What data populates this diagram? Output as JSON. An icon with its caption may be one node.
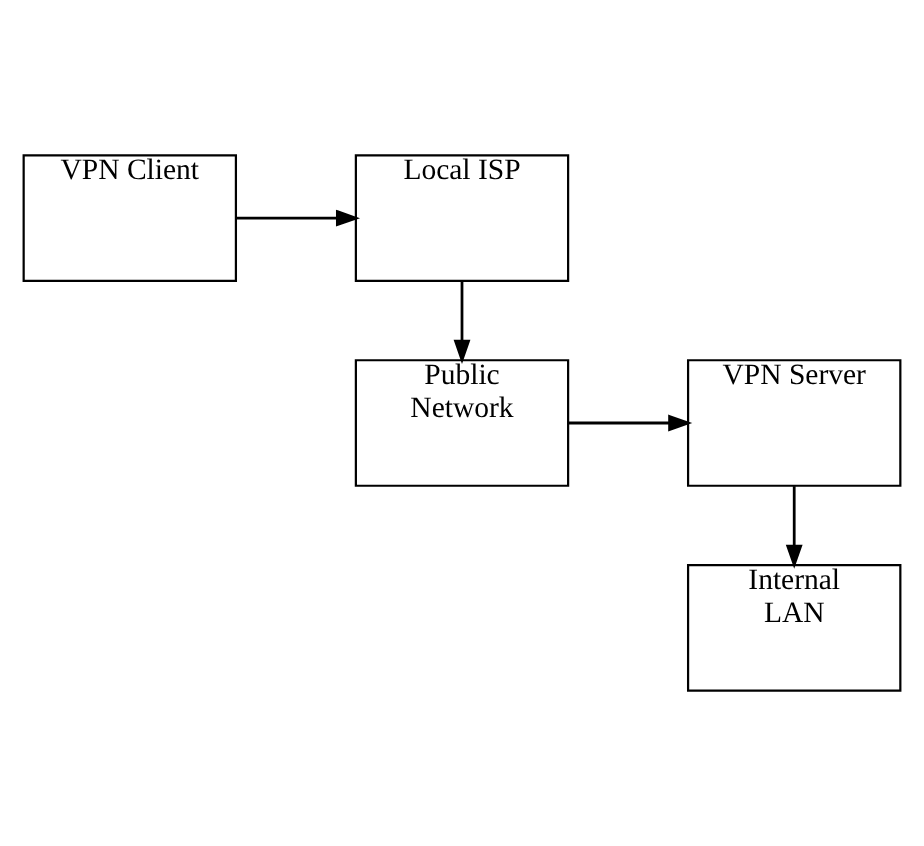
{
  "diagram": {
    "nodes": [
      {
        "text": [
          "VPN Client"
        ]
      },
      {
        "text": [
          "Local ISP"
        ]
      },
      {
        "text": [
          "VPN Server"
        ]
      },
      {
        "text": [
          "Public Network"
        ]
      },
      {
        "text": [
          "Internal LAN"
        ]
      }
    ],
    "edges": [
      {
        "from": 0,
        "to": 1,
        "arrow": "to"
      },
      {
        "from": 1,
        "to": 3,
        "arrow": "to"
      },
      {
        "from": 3,
        "to": 2,
        "arrow": "to"
      },
      {
        "from": 2,
        "to": 4,
        "arrow": "to"
      }
    ]
  }
}
